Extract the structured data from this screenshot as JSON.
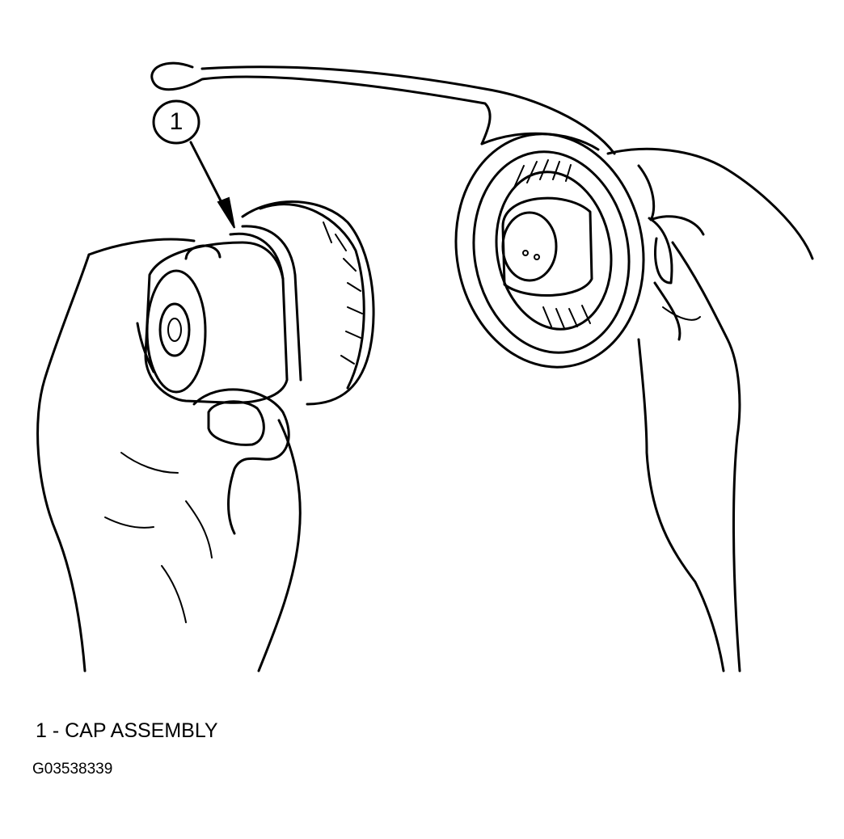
{
  "callout": {
    "number": "1"
  },
  "legend": {
    "text": "1 - CAP ASSEMBLY"
  },
  "figure_id": "G03538339"
}
